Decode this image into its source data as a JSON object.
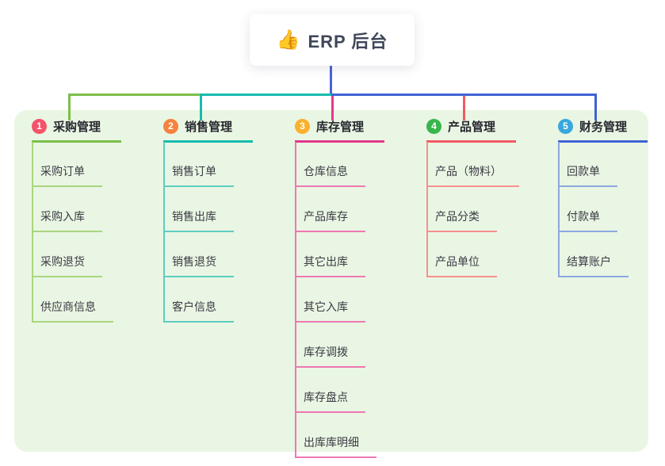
{
  "root": {
    "emoji": "👍",
    "title": "ERP 后台"
  },
  "colors": {
    "panel_bg": "#e9f6e3",
    "root_connector": "#4a63d8"
  },
  "branches": [
    {
      "badge": "1",
      "badge_color": "#f4536a",
      "label": "采购管理",
      "line_color": "#7cbe4a",
      "child_line_color": "#a8d67f",
      "children": [
        "采购订单",
        "采购入库",
        "采购退货",
        "供应商信息"
      ]
    },
    {
      "badge": "2",
      "badge_color": "#f5823e",
      "label": "销售管理",
      "line_color": "#17bcae",
      "child_line_color": "#5fccc2",
      "children": [
        "销售订单",
        "销售出库",
        "销售退货",
        "客户信息"
      ]
    },
    {
      "badge": "3",
      "badge_color": "#f9b02c",
      "label": "库存管理",
      "line_color": "#e4368e",
      "child_line_color": "#ef77b3",
      "children": [
        "仓库信息",
        "产品库存",
        "其它出库",
        "其它入库",
        "库存调拨",
        "库存盘点",
        "出库库明细"
      ]
    },
    {
      "badge": "4",
      "badge_color": "#38b54a",
      "label": "产品管理",
      "line_color": "#f25a62",
      "child_line_color": "#f7908f",
      "children": [
        "产品（物料）",
        "产品分类",
        "产品单位"
      ]
    },
    {
      "badge": "5",
      "badge_color": "#38a8dc",
      "label": "财务管理",
      "line_color": "#3f63d2",
      "child_line_color": "#8ea6e0",
      "children": [
        "回款单",
        "付款单",
        "结算账户"
      ]
    }
  ]
}
